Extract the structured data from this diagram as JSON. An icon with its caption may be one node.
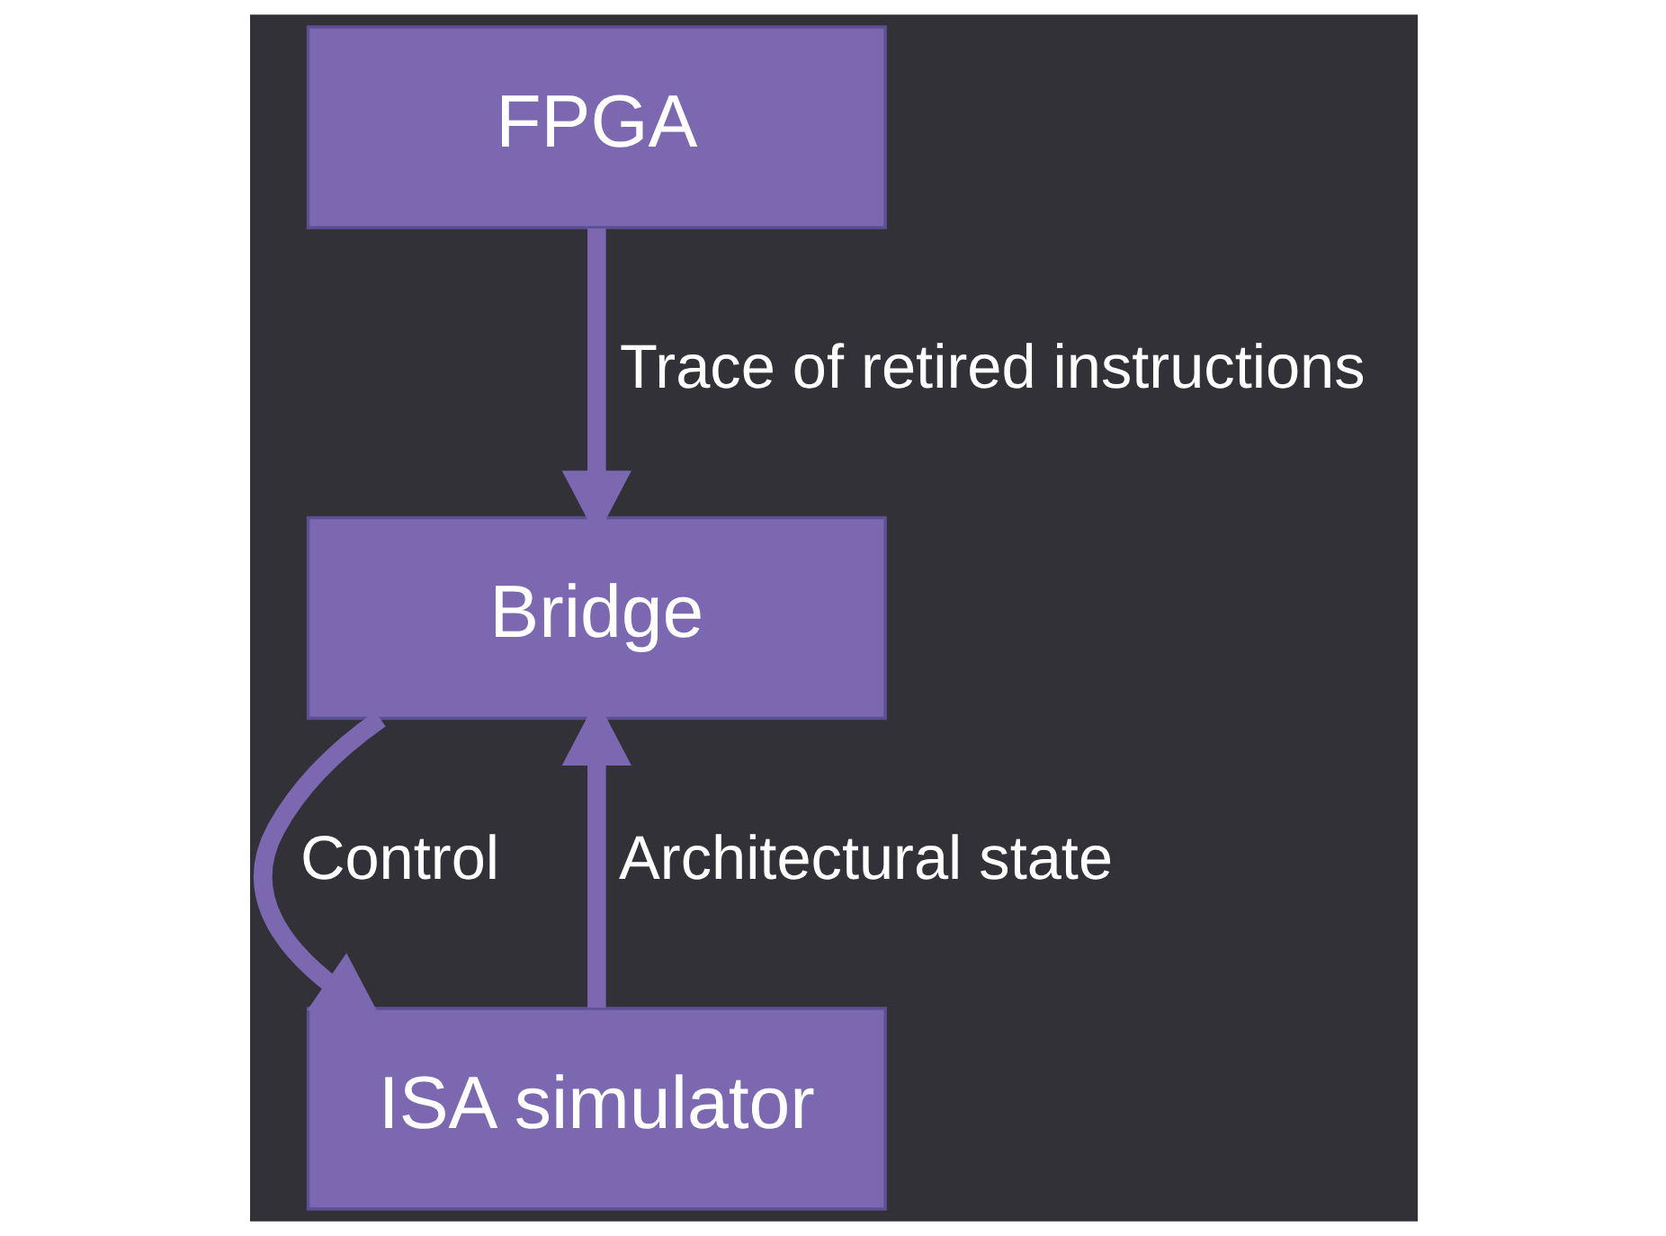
{
  "diagram": {
    "nodes": [
      {
        "text": [
          "FPGA"
        ]
      },
      {
        "text": [
          "Bridge"
        ]
      },
      {
        "text": [
          "ISA simulator"
        ]
      }
    ],
    "edges": [
      {
        "from": 0,
        "to": 1,
        "arrow": "to",
        "label": "Trace of retired instructions"
      },
      {
        "from": 1,
        "to": 2,
        "arrow": "to",
        "label": "Control"
      },
      {
        "from": 2,
        "to": 1,
        "arrow": "to",
        "label": "Architectural state"
      }
    ]
  }
}
